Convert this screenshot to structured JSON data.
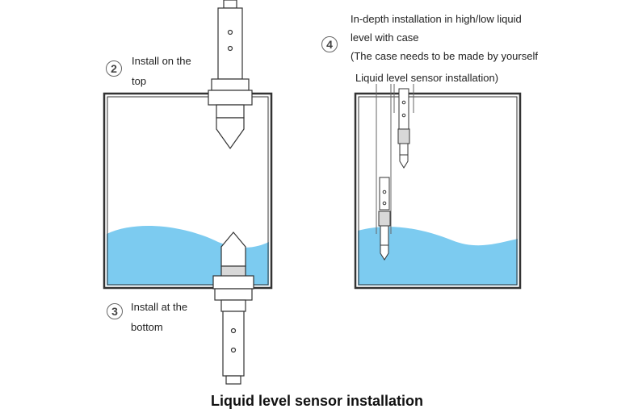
{
  "markers": {
    "top": "2",
    "bottom": "3",
    "case": "4"
  },
  "labels": {
    "top_line1": "Install on the",
    "top_line2": "top",
    "bottom_line1": "Install at the",
    "bottom_line2": "bottom",
    "case_line1": "In-depth installation in high/low liquid",
    "case_line2": "level with case",
    "case_line3": "(The case needs to be made by yourself",
    "case_line4": "Liquid level sensor installation)"
  },
  "caption": "Liquid level sensor installation",
  "colors": {
    "liquid": "#7ccbf0",
    "outline": "#333333",
    "sensor_fill": "#ffffff"
  }
}
